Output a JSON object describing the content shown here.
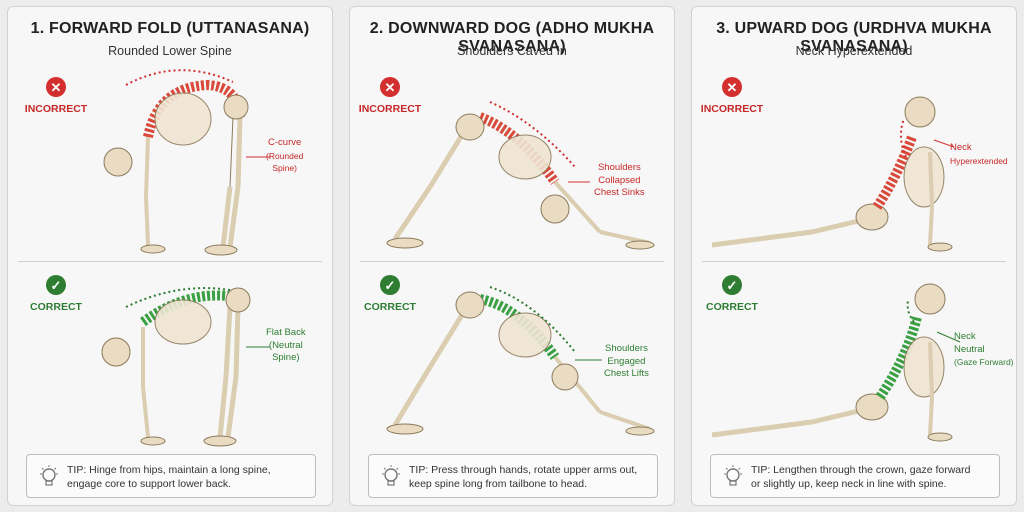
{
  "panels": [
    {
      "title": "1. FORWARD FOLD (UTTANASANA)",
      "subtitle": "Rounded Lower Spine",
      "incorrect": {
        "label": "INCORRECT",
        "callout": [
          "C-curve",
          "(Rounded",
          "Spine)"
        ]
      },
      "correct": {
        "label": "CORRECT",
        "callout": [
          "Flat Back",
          "(Neutral",
          "Spine)"
        ]
      },
      "tip": {
        "line1": "TIP: Hinge from hips, maintain a long spine,",
        "line2": "engage core to support lower back."
      }
    },
    {
      "title": "2. DOWNWARD DOG (ADHO MUKHA SVANASANA)",
      "subtitle": "Shoulders Caved In",
      "incorrect": {
        "label": "INCORRECT",
        "callout": [
          "Shoulders",
          "Collapsed",
          "Chest Sinks"
        ]
      },
      "correct": {
        "label": "CORRECT",
        "callout": [
          "Shoulders",
          "Engaged",
          "Chest Lifts"
        ]
      },
      "tip": {
        "line1": "TIP:  Press through hands, rotate upper arms out,",
        "line2": "keep spine long from tailbone to head."
      }
    },
    {
      "title": "3. UPWARD DOG (URDHVA MUKHA SVANASANA)",
      "subtitle": "Neck Hyperextended",
      "incorrect": {
        "label": "INCORRECT",
        "callout": [
          "Neck",
          "Hyperextended"
        ]
      },
      "correct": {
        "label": "CORRECT",
        "callout": [
          "Neck",
          "Neutral",
          "(Gaze Forward)"
        ]
      },
      "tip": {
        "line1": "TIP: Lengthen through the crown, gaze forward",
        "line2": "or slightly up,  keep neck in line with spine."
      }
    }
  ],
  "colors": {
    "incorrect": "#d32f2f",
    "correct": "#2e7d32",
    "bone": "#e9dcc3",
    "bone_stroke": "#8c7a5b"
  },
  "icons": {
    "incorrect_badge": "x-circle-icon",
    "correct_badge": "check-circle-icon",
    "tip": "lightbulb-icon"
  }
}
